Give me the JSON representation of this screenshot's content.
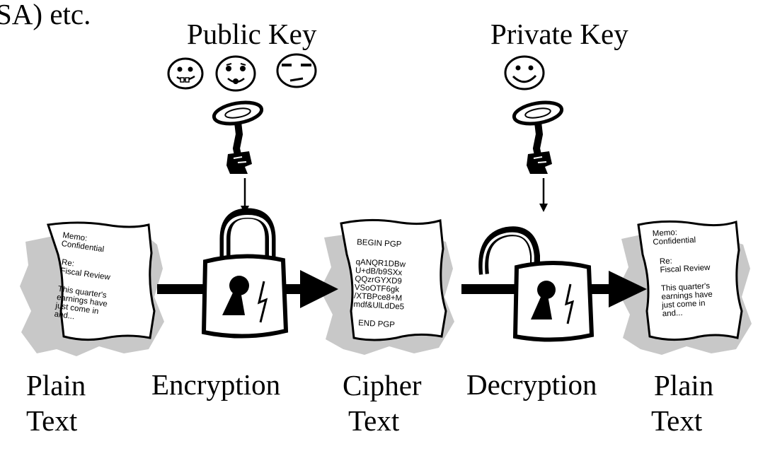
{
  "header_fragment": "SA) etc.",
  "public_key": {
    "title": "Public Key"
  },
  "private_key": {
    "title": "Private Key"
  },
  "plain_doc": {
    "lines": [
      "Memo:",
      "Confidential",
      "",
      "Re:",
      "Fiscal Review",
      "",
      "This quarter's",
      "earnings have",
      "just come in",
      "and..."
    ]
  },
  "cipher_doc": {
    "lines": [
      "BEGIN PGP",
      "",
      "qANQR1DBw",
      "U+dB/b9SXx",
      "QQzrGYXD9",
      "VSoOTF6gk",
      "/XTBPce8+M",
      "mdf&UlLdDe5",
      "",
      "END PGP"
    ]
  },
  "labels": {
    "plain_left": [
      "Plain",
      "Text"
    ],
    "encryption": "Encryption",
    "cipher": [
      "Cipher",
      "Text"
    ],
    "decryption": "Decryption",
    "plain_right": [
      "Plain",
      "Text"
    ]
  },
  "icons": {
    "faces": [
      "face-grin-icon",
      "face-silly-icon",
      "face-skeptical-icon",
      "face-smile-icon"
    ],
    "keys": [
      "public-key-icon",
      "private-key-icon"
    ],
    "locks": [
      "padlock-closed-icon",
      "padlock-open-icon"
    ]
  }
}
